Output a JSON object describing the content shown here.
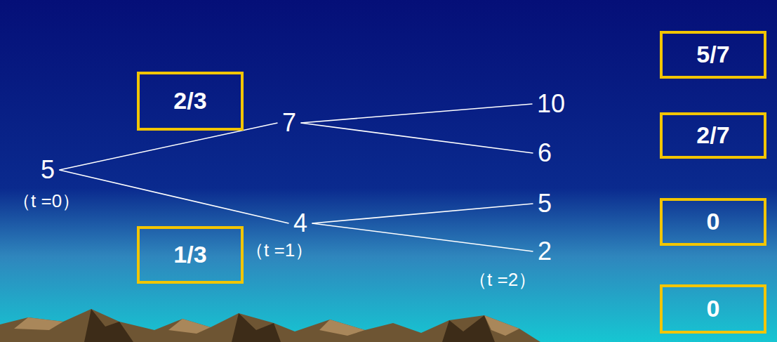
{
  "diagram": {
    "nodes": [
      {
        "text": [
          "5"
        ]
      },
      {
        "text": [
          "2/3"
        ]
      },
      {
        "text": [
          "7"
        ]
      },
      {
        "text": [
          "4"
        ]
      },
      {
        "text": [
          "1/3"
        ]
      },
      {
        "text": [
          "10"
        ]
      },
      {
        "text": [
          "6"
        ]
      },
      {
        "text": [
          "5"
        ]
      },
      {
        "text": [
          "2"
        ]
      },
      {
        "text": [
          "5/7"
        ]
      },
      {
        "text": [
          "2/7"
        ]
      },
      {
        "text": [
          "0"
        ]
      },
      {
        "text": [
          "0"
        ]
      }
    ],
    "edges": [
      {
        "from": 0,
        "to": 2,
        "arrow": "none"
      },
      {
        "from": 0,
        "to": 3,
        "arrow": "none"
      },
      {
        "from": 2,
        "to": 5,
        "arrow": "none"
      },
      {
        "from": 2,
        "to": 6,
        "arrow": "none"
      },
      {
        "from": 3,
        "to": 7,
        "arrow": "none"
      },
      {
        "from": 3,
        "to": 8,
        "arrow": "none"
      }
    ],
    "labels": [
      "（t =0）",
      "（t =1）",
      "（t =2）"
    ]
  }
}
